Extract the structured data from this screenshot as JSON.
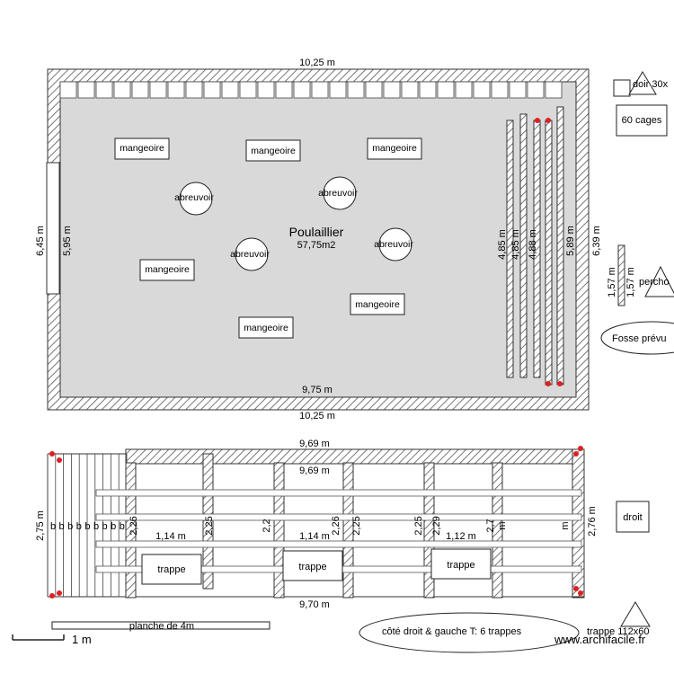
{
  "plan": {
    "top_dim": "10,25 m",
    "bottom_inner_dim": "9,75 m",
    "bottom_outer_dim": "10,25 m",
    "left_outer_dim": "6,45 m",
    "left_inner_dim": "5,95 m",
    "right_inner_dim": "5,89 m",
    "right_outer_dim": "6,39 m",
    "room_name": "Poulaillier",
    "room_area": "57,75m2",
    "mangeoire": "mangeoire",
    "abreuvoir": "abreuvoir",
    "perch_dims": [
      "4,85 m",
      "4,85 m",
      "4,88 m"
    ]
  },
  "side": {
    "doir_label": "doir 30x",
    "cages_label": "60 cages",
    "perch_label": "percho",
    "perch_dims": [
      "1,57 m",
      "1,57 m"
    ],
    "fosse_label": "Fosse prévu"
  },
  "elevation": {
    "top_outer_dim": "9,69 m",
    "top_inner_dim": "9,69 m",
    "bottom_dim": "9,70 m",
    "left_height": "2,75 m",
    "right_height": "2,76 m",
    "plank_letter": "b",
    "trappe_label": "trappe",
    "trappe_widths": [
      "1,14 m",
      "1,14 m",
      "1,12 m"
    ],
    "post_dims": [
      "2,26",
      "2,25",
      "2,2",
      "2,26",
      "2,25",
      "2,25",
      "2,29",
      "2,7"
    ],
    "m_letter": "m",
    "droit_label": "droit"
  },
  "footer": {
    "plank_label": "planche de 4m",
    "scale_label": "1 m",
    "trappes_note": "côté droit & gauche T: 6 trappes",
    "trappe_size": "trappe 112x60",
    "watermark": "www.archifacile.fr"
  },
  "colors": {
    "floor": "#d9d9d9",
    "wall_hatch": "#555555",
    "marker": "#e02020"
  }
}
